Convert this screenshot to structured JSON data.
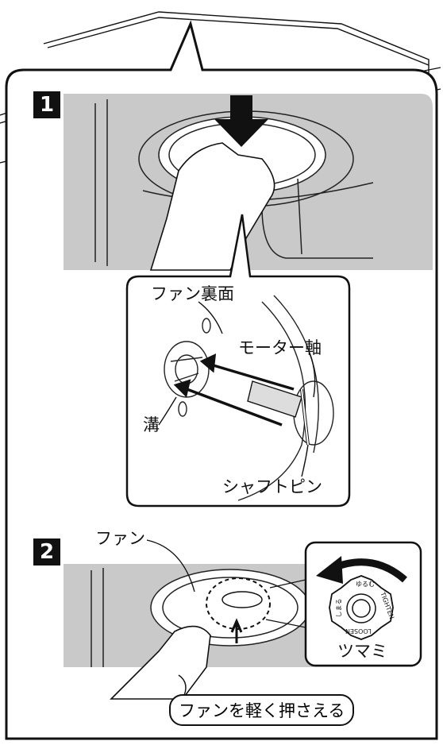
{
  "steps": {
    "one": "1",
    "two": "2"
  },
  "labels": {
    "fan_back": "ファン裏面",
    "motor_shaft": "モーター軸",
    "groove": "溝",
    "shaft_pin": "シャフトピン",
    "fan": "ファン",
    "press_fan": "ファンを軽く押さえる",
    "knob": "ツマミ"
  },
  "knob_face": {
    "loosen_jp": "ゆるむ",
    "tighten_jp": "しまる",
    "tighten_en": "TIGHTEN",
    "loosen_en": "LOOSEN"
  },
  "colors": {
    "gray_panel": "#c9c9c9",
    "ink": "#111111"
  }
}
